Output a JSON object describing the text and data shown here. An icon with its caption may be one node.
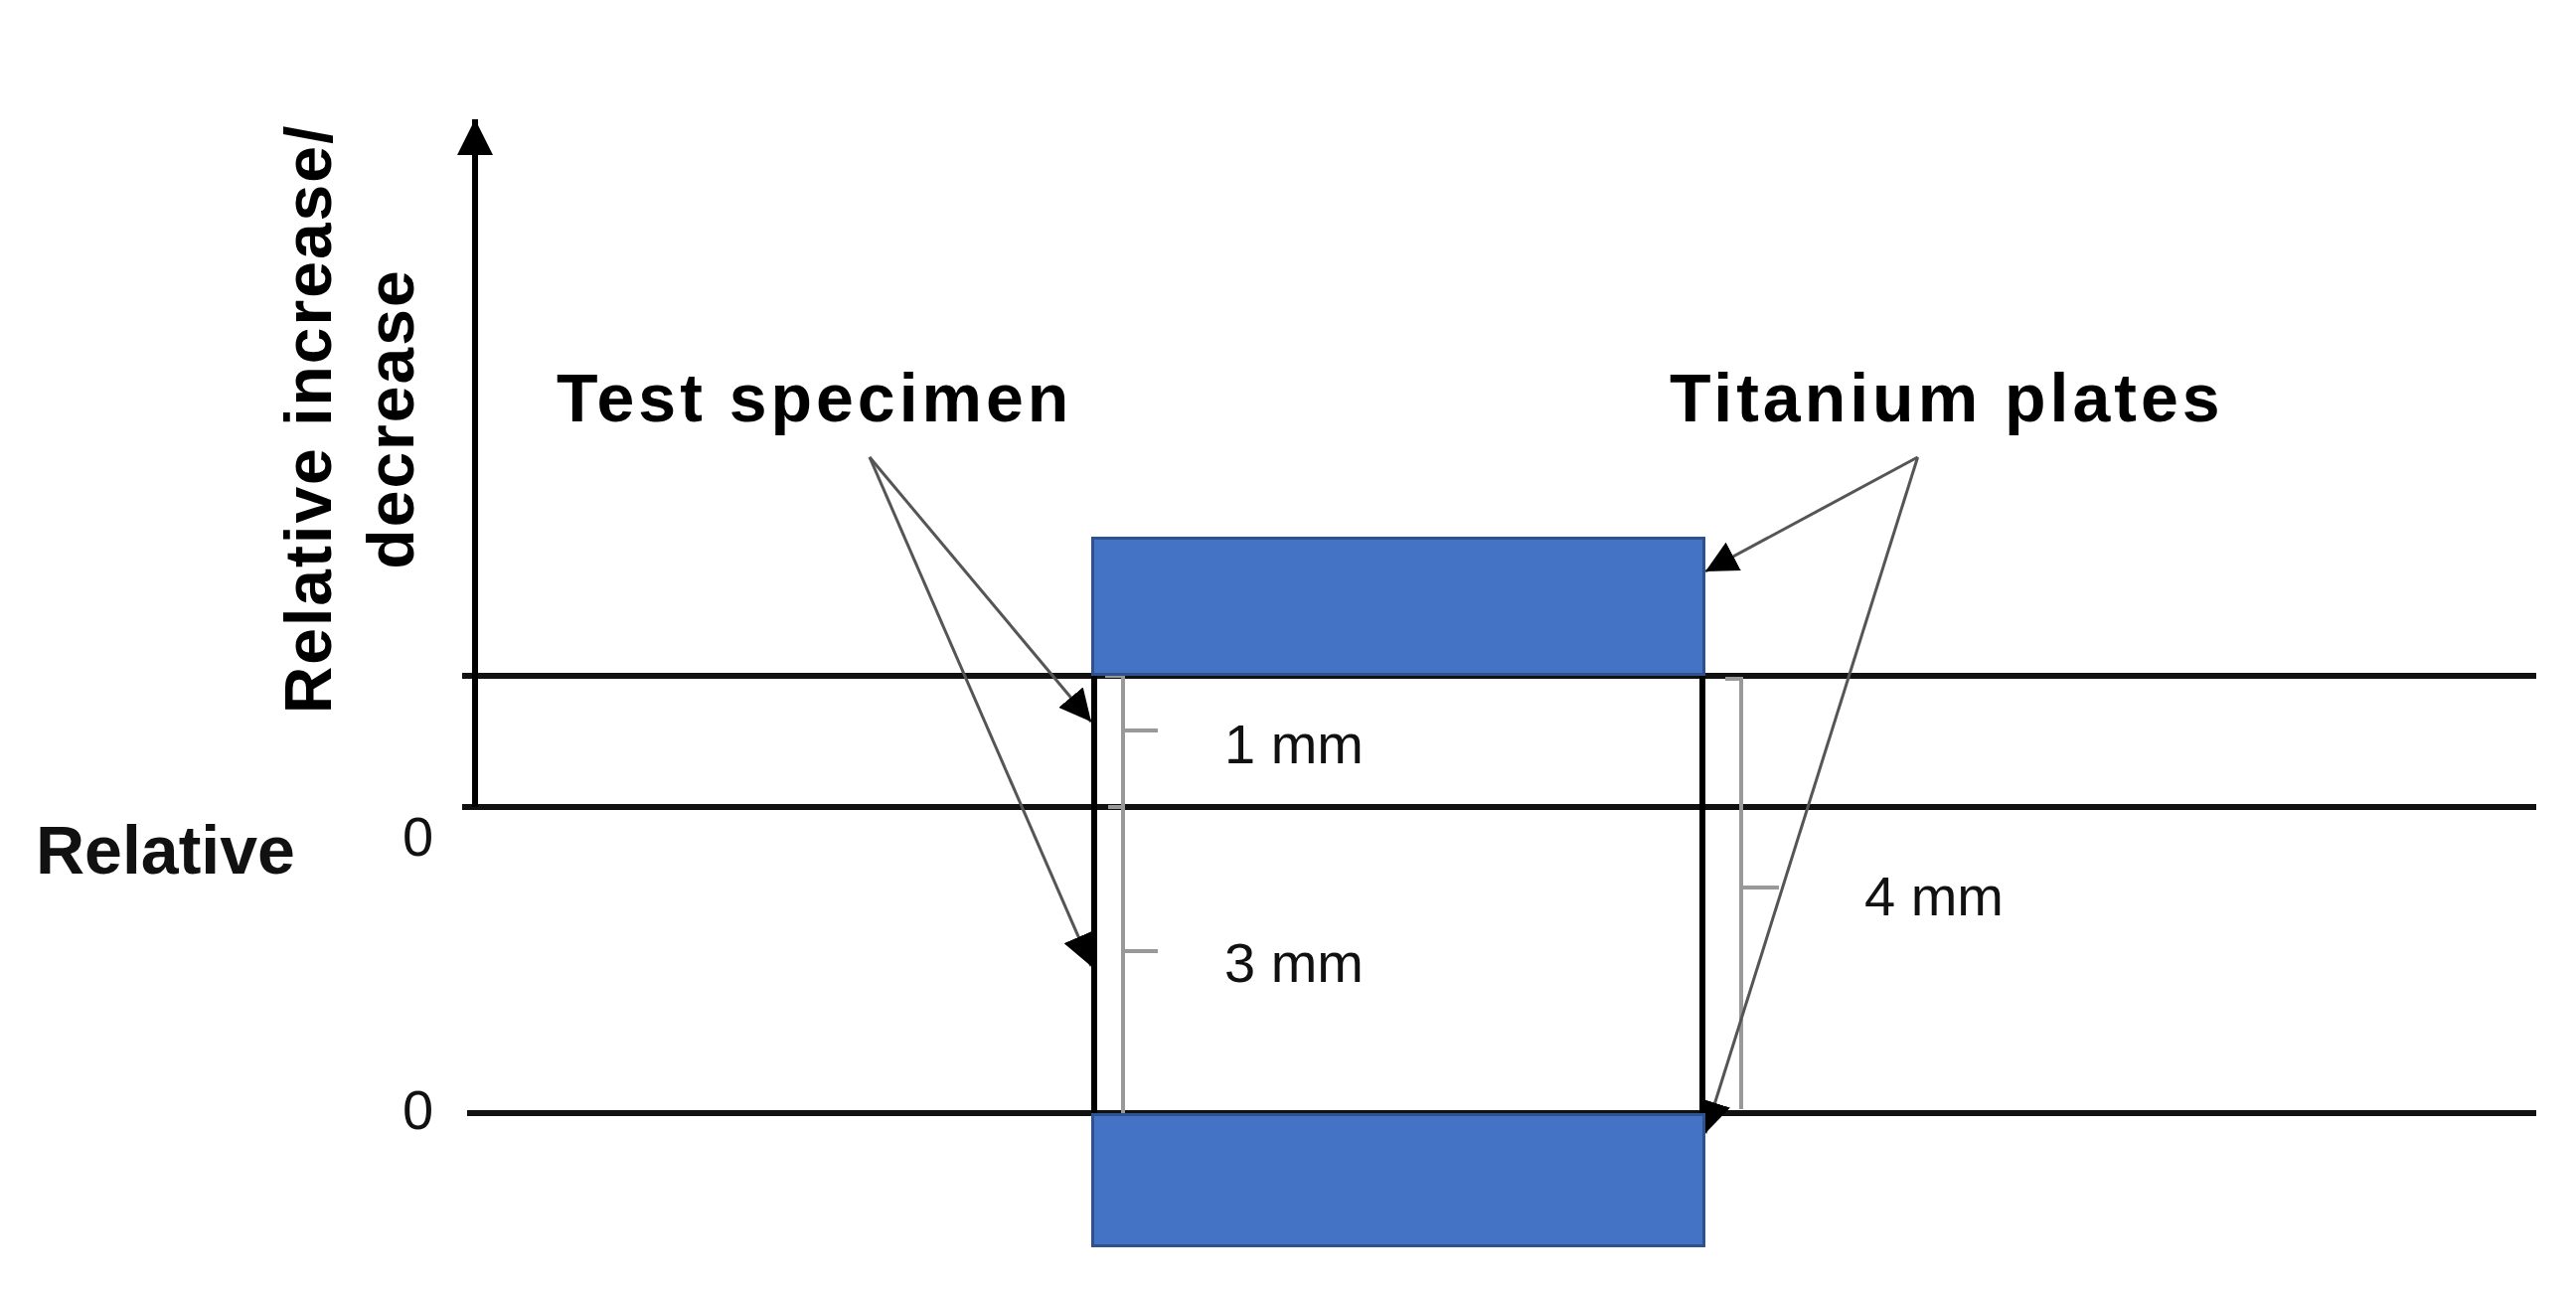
{
  "diagram": {
    "nodes": [
      {
        "text": [
          "Test specimen"
        ]
      },
      {
        "text": [
          "Titanium plates"
        ]
      },
      {
        "text": [],
        "shape": "box"
      },
      {
        "text": [],
        "shape": "box"
      },
      {
        "text": [],
        "shape": "box"
      },
      {
        "text": [],
        "shape": "box"
      }
    ],
    "edges": [
      {
        "from": 0,
        "to": 3,
        "arrow": "to"
      },
      {
        "from": 0,
        "to": 4,
        "arrow": "to"
      },
      {
        "from": 1,
        "to": 2,
        "arrow": "to"
      },
      {
        "from": 1,
        "to": 5,
        "arrow": "to"
      }
    ],
    "labels": [
      "Relative increase/ decrease",
      "Relative",
      "0",
      "0",
      "1 mm",
      "3 mm",
      "4 mm"
    ]
  }
}
